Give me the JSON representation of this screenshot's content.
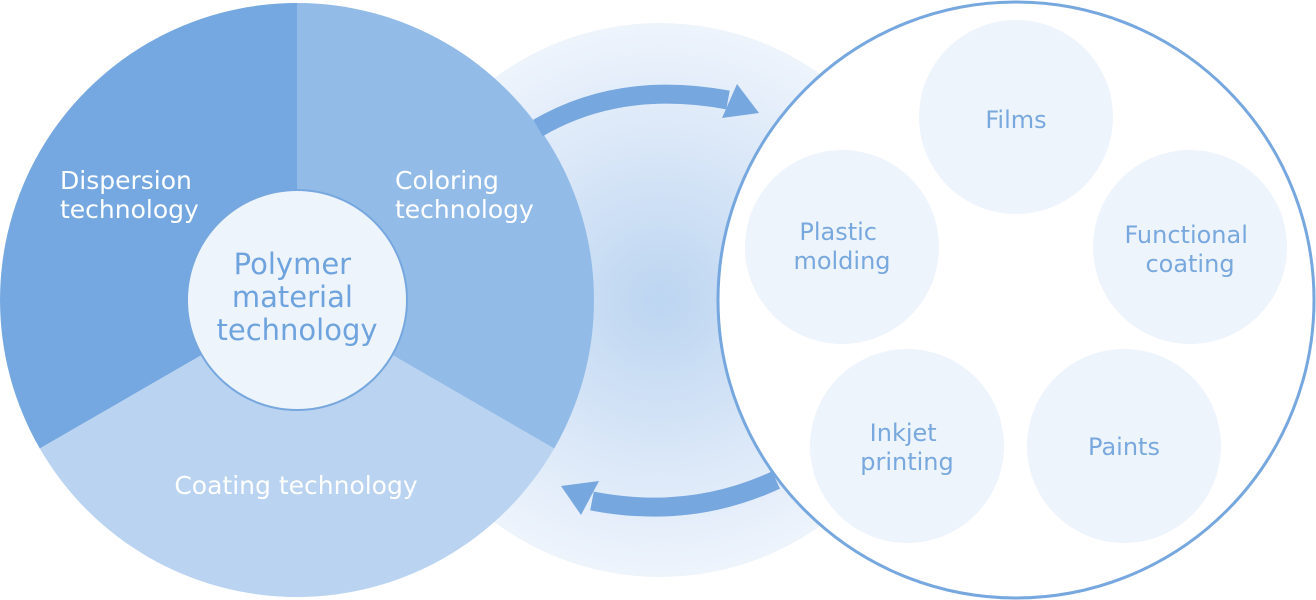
{
  "core": {
    "center_lines": [
      "Polymer",
      "material",
      "technology"
    ],
    "segments": {
      "dispersion": [
        "Dispersion",
        "technology"
      ],
      "coloring": [
        "Coloring",
        "technology"
      ],
      "coating": [
        "Coating technology"
      ]
    }
  },
  "applications": {
    "films": [
      "Films"
    ],
    "functional_coating": [
      "Functional",
      "coating"
    ],
    "paints": [
      "Paints"
    ],
    "inkjet_printing": [
      "Inkjet",
      "printing"
    ],
    "plastic_molding": [
      "Plastic",
      "molding"
    ]
  },
  "colors": {
    "dispersion": "#75a8e0",
    "coloring": "#93bbe8",
    "coating": "#b9d3f1",
    "arrow": "#76a7df",
    "app_bubble": "#eef4fc",
    "outline": "#76a7df"
  }
}
